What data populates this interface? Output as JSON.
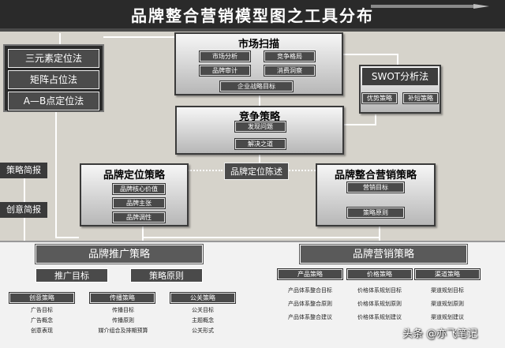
{
  "title": "品牌整合营销模型图之工具分布",
  "left_tools": [
    "三元素定位法",
    "矩阵占位法",
    "A—B点定位法"
  ],
  "market_scan": {
    "title": "市场扫描",
    "items": [
      "市场分析",
      "竞争格局",
      "品牌审计",
      "消费洞察",
      "企业战略目标"
    ]
  },
  "swot": {
    "title": "SWOT分析法",
    "items": [
      "优势策略",
      "补短策略"
    ]
  },
  "competition": {
    "title": "竞争策略",
    "items": [
      "发现问题",
      "解决之道"
    ]
  },
  "side_labels": [
    "策略简报",
    "创意简报"
  ],
  "positioning": {
    "title": "品牌定位策略",
    "items": [
      "品牌核心价值",
      "品牌主张",
      "品牌调性"
    ]
  },
  "positioning_statement": "品牌定位陈述",
  "imc": {
    "title": "品牌整合营销策略",
    "items": [
      "营销目标",
      "策略原则"
    ]
  },
  "promotion": {
    "title": "品牌推广策略",
    "sub": [
      "推广目标",
      "策略原则"
    ],
    "columns": [
      {
        "header": "创意策略",
        "items": [
          "广告目标",
          "广告概念",
          "创意表现"
        ]
      },
      {
        "header": "传播策略",
        "items": [
          "传播目标",
          "传播原则",
          "媒介组合及排期预算"
        ]
      },
      {
        "header": "公关策略",
        "items": [
          "公关目标",
          "主题概念",
          "公关形式"
        ]
      }
    ]
  },
  "marketing": {
    "title": "品牌营销策略",
    "columns": [
      {
        "header": "产品策略",
        "items": [
          "产品体系整合目标",
          "产品体系整合原则",
          "产品体系整合建议"
        ]
      },
      {
        "header": "价格策略",
        "items": [
          "价格体系规划目标",
          "价格体系规划原则",
          "价格体系规划建议"
        ]
      },
      {
        "header": "渠道策略",
        "items": [
          "渠道规划目标",
          "渠道规划原则",
          "渠道规划建议"
        ]
      }
    ]
  },
  "watermark": "头条 @亦飞笔记"
}
